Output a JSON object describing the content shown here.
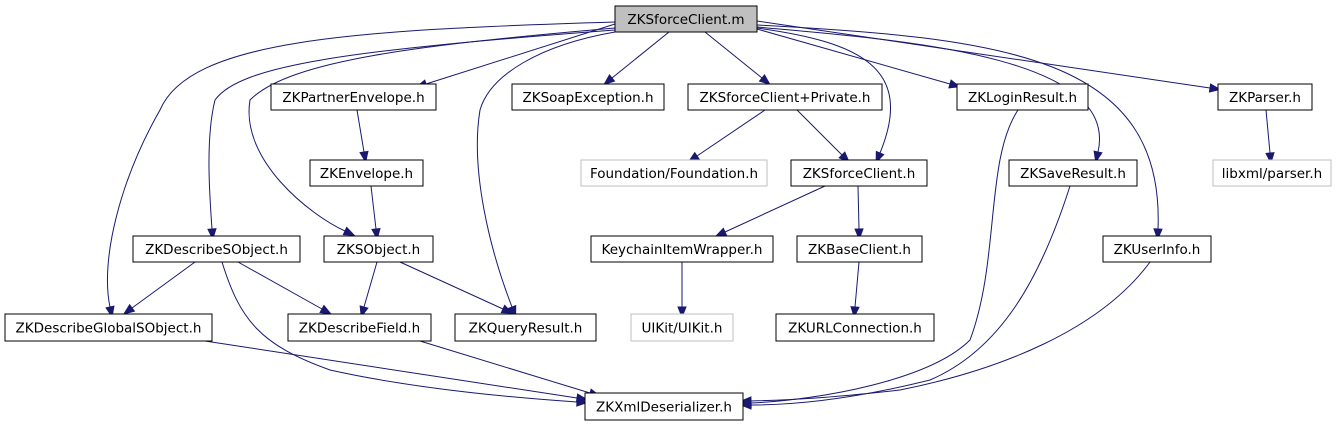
{
  "diagram": {
    "type": "include-dependency-graph",
    "colors": {
      "edge": "#191970",
      "root_fill": "#bfbfbf",
      "node_border": "#000000",
      "external_border": "#bfbfbf",
      "background": "#ffffff"
    },
    "nodes": [
      {
        "id": "root",
        "label": "ZKSforceClient.m",
        "kind": "root"
      },
      {
        "id": "partner_env",
        "label": "ZKPartnerEnvelope.h",
        "kind": "file"
      },
      {
        "id": "soap_exc",
        "label": "ZKSoapException.h",
        "kind": "file"
      },
      {
        "id": "client_priv",
        "label": "ZKSforceClient+Private.h",
        "kind": "file"
      },
      {
        "id": "login_res",
        "label": "ZKLoginResult.h",
        "kind": "file"
      },
      {
        "id": "parser",
        "label": "ZKParser.h",
        "kind": "file"
      },
      {
        "id": "envelope",
        "label": "ZKEnvelope.h",
        "kind": "file"
      },
      {
        "id": "foundation",
        "label": "Foundation/Foundation.h",
        "kind": "external"
      },
      {
        "id": "sforce_client",
        "label": "ZKSforceClient.h",
        "kind": "file"
      },
      {
        "id": "save_res",
        "label": "ZKSaveResult.h",
        "kind": "file"
      },
      {
        "id": "libxml",
        "label": "libxml/parser.h",
        "kind": "external"
      },
      {
        "id": "desc_sobj",
        "label": "ZKDescribeSObject.h",
        "kind": "file"
      },
      {
        "id": "sobject",
        "label": "ZKSObject.h",
        "kind": "file"
      },
      {
        "id": "keychain",
        "label": "KeychainItemWrapper.h",
        "kind": "file"
      },
      {
        "id": "base_client",
        "label": "ZKBaseClient.h",
        "kind": "file"
      },
      {
        "id": "user_info",
        "label": "ZKUserInfo.h",
        "kind": "file"
      },
      {
        "id": "desc_global",
        "label": "ZKDescribeGlobalSObject.h",
        "kind": "file"
      },
      {
        "id": "desc_field",
        "label": "ZKDescribeField.h",
        "kind": "file"
      },
      {
        "id": "query_res",
        "label": "ZKQueryResult.h",
        "kind": "file"
      },
      {
        "id": "uikit",
        "label": "UIKit/UIKit.h",
        "kind": "external"
      },
      {
        "id": "url_conn",
        "label": "ZKURLConnection.h",
        "kind": "file"
      },
      {
        "id": "xml_deser",
        "label": "ZKXmlDeserializer.h",
        "kind": "file"
      }
    ],
    "edges": [
      {
        "from": "root",
        "to": "partner_env"
      },
      {
        "from": "root",
        "to": "soap_exc"
      },
      {
        "from": "root",
        "to": "client_priv"
      },
      {
        "from": "root",
        "to": "login_res"
      },
      {
        "from": "root",
        "to": "parser"
      },
      {
        "from": "root",
        "to": "sforce_client"
      },
      {
        "from": "root",
        "to": "save_res"
      },
      {
        "from": "root",
        "to": "user_info"
      },
      {
        "from": "root",
        "to": "desc_sobj"
      },
      {
        "from": "root",
        "to": "sobject"
      },
      {
        "from": "root",
        "to": "query_res"
      },
      {
        "from": "root",
        "to": "desc_global"
      },
      {
        "from": "partner_env",
        "to": "envelope"
      },
      {
        "from": "envelope",
        "to": "sobject"
      },
      {
        "from": "client_priv",
        "to": "foundation"
      },
      {
        "from": "client_priv",
        "to": "sforce_client"
      },
      {
        "from": "sforce_client",
        "to": "keychain"
      },
      {
        "from": "sforce_client",
        "to": "base_client"
      },
      {
        "from": "keychain",
        "to": "uikit"
      },
      {
        "from": "base_client",
        "to": "url_conn"
      },
      {
        "from": "parser",
        "to": "libxml"
      },
      {
        "from": "login_res",
        "to": "xml_deser"
      },
      {
        "from": "save_res",
        "to": "xml_deser"
      },
      {
        "from": "user_info",
        "to": "xml_deser"
      },
      {
        "from": "desc_sobj",
        "to": "desc_global"
      },
      {
        "from": "desc_sobj",
        "to": "desc_field"
      },
      {
        "from": "desc_sobj",
        "to": "xml_deser"
      },
      {
        "from": "sobject",
        "to": "desc_field"
      },
      {
        "from": "sobject",
        "to": "query_res"
      },
      {
        "from": "desc_global",
        "to": "xml_deser"
      },
      {
        "from": "desc_field",
        "to": "xml_deser"
      }
    ]
  }
}
